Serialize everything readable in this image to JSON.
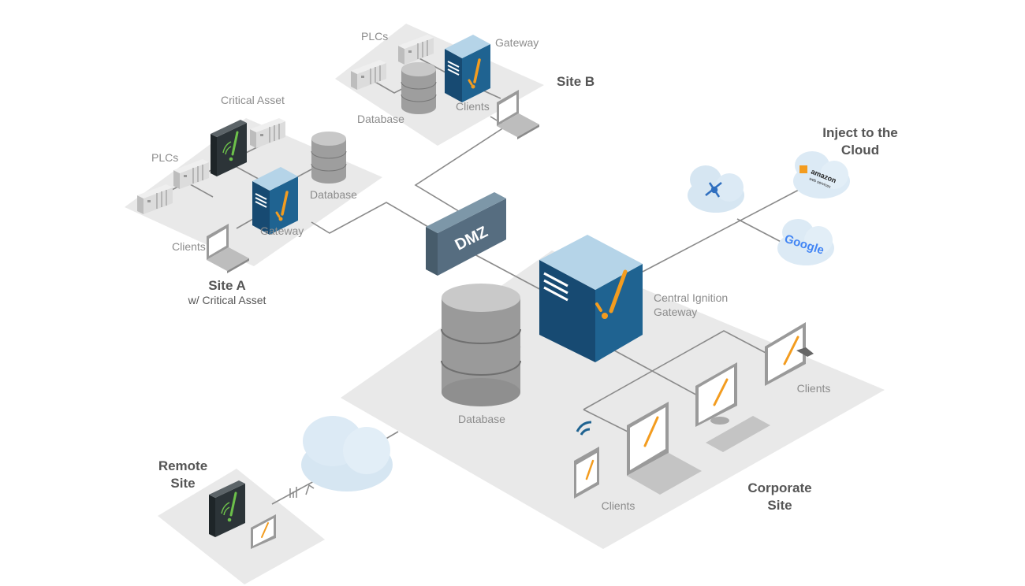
{
  "site_b": {
    "plcs": "PLCs",
    "gateway": "Gateway",
    "title": "Site B",
    "database": "Database",
    "clients": "Clients"
  },
  "site_a": {
    "critical_asset": "Critical Asset",
    "plcs": "PLCs",
    "database": "Database",
    "gateway": "Gateway",
    "clients": "Clients",
    "title": "Site A",
    "subtitle": "w/ Critical Asset"
  },
  "dmz": {
    "label": "DMZ"
  },
  "cloud": {
    "title_line1": "Inject to the",
    "title_line2": "Cloud",
    "aws_line1": "amazon",
    "aws_line2": "web services",
    "google": "Google"
  },
  "corporate": {
    "gateway_line1": "Central Ignition",
    "gateway_line2": "Gateway",
    "database": "Database",
    "clients_right": "Clients",
    "clients_bottom": "Clients",
    "title_line1": "Corporate",
    "title_line2": "Site"
  },
  "remote": {
    "title_line1": "Remote",
    "title_line2": "Site"
  },
  "colors": {
    "gateway_dark": "#174a72",
    "gateway_mid": "#1f6391",
    "gateway_top": "#b5d4e8",
    "accent": "#f39c1f",
    "critical": "#2c3438",
    "critical_icon": "#6cc04a",
    "platform": "#e9e9e9"
  }
}
